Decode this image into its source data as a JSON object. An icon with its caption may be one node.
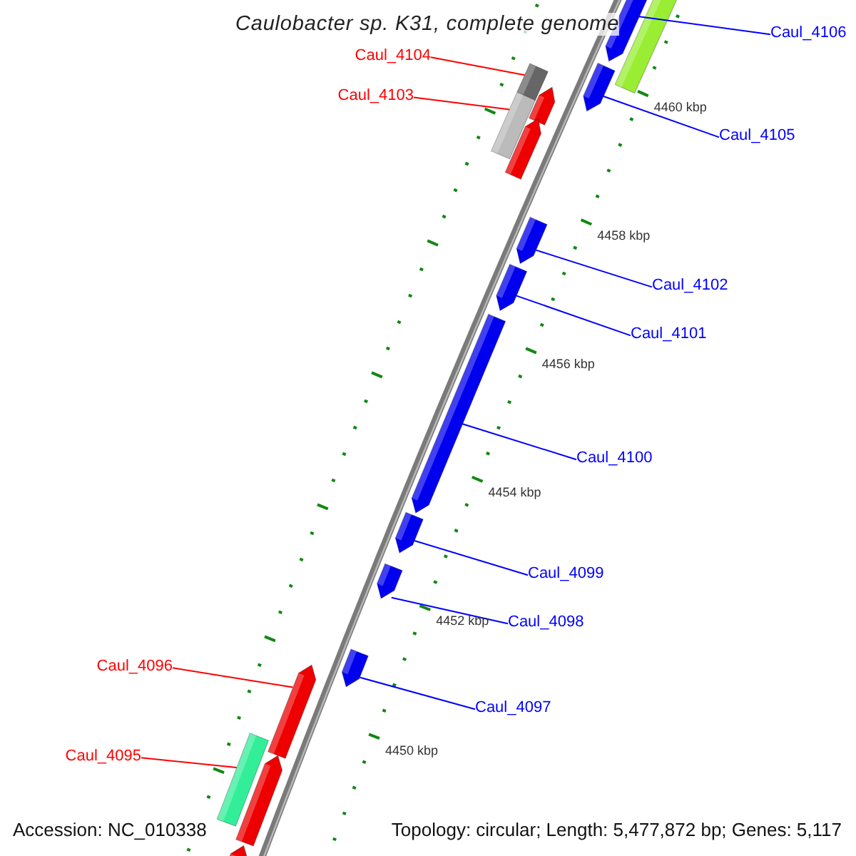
{
  "diagram": {
    "title": "Caulobacter sp. K31, complete genome",
    "nodes": [
      {
        "text": [
          "Caul_4106"
        ]
      },
      {
        "text": [
          "Caul_4104"
        ]
      },
      {
        "text": [
          "Caul_4103"
        ]
      },
      {
        "text": [
          "Caul_4105"
        ]
      },
      {
        "text": [
          "Caul_4102"
        ]
      },
      {
        "text": [
          "Caul_4101"
        ]
      },
      {
        "text": [
          "Caul_4100"
        ]
      },
      {
        "text": [
          "Caul_4099"
        ]
      },
      {
        "text": [
          "Caul_4098"
        ]
      },
      {
        "text": [
          "Caul_4097"
        ]
      },
      {
        "text": [
          "Caul_4096"
        ]
      },
      {
        "text": [
          "Caul_4095"
        ]
      },
      {
        "text": [],
        "shape": "arrow"
      },
      {
        "text": [],
        "shape": "bar"
      },
      {
        "text": [],
        "shape": "bar"
      },
      {
        "text": [],
        "shape": "arrow"
      },
      {
        "text": [],
        "shape": "arrow"
      },
      {
        "text": [],
        "shape": "arrow"
      },
      {
        "text": [],
        "shape": "arrow"
      },
      {
        "text": [],
        "shape": "arrow"
      },
      {
        "text": [],
        "shape": "arrow"
      },
      {
        "text": [],
        "shape": "arrow"
      },
      {
        "text": [],
        "shape": "arrow"
      },
      {
        "text": [],
        "shape": "bar"
      }
    ],
    "edges": [
      {
        "from": 0,
        "to": 12,
        "arrow": "none"
      },
      {
        "from": 1,
        "to": 13,
        "arrow": "none",
        "color": "#ff0000"
      },
      {
        "from": 2,
        "to": 14,
        "arrow": "none",
        "color": "#ff0000"
      },
      {
        "from": 3,
        "to": 15,
        "arrow": "none"
      },
      {
        "from": 4,
        "to": 16,
        "arrow": "none"
      },
      {
        "from": 5,
        "to": 17,
        "arrow": "none"
      },
      {
        "from": 6,
        "to": 18,
        "arrow": "none"
      },
      {
        "from": 7,
        "to": 19,
        "arrow": "none"
      },
      {
        "from": 8,
        "to": 20,
        "arrow": "none"
      },
      {
        "from": 9,
        "to": 21,
        "arrow": "none"
      },
      {
        "from": 10,
        "to": 22,
        "arrow": "none",
        "color": "#ff0000"
      },
      {
        "from": 11,
        "to": 23,
        "arrow": "none",
        "color": "#ff0000"
      }
    ],
    "labels": [
      "4460 kbp",
      "4458 kbp",
      "4456 kbp",
      "4454 kbp",
      "4452 kbp",
      "4450 kbp",
      "Accession: NC_010338",
      "Topology: circular; Length: 5,477,872 bp; Genes: 5,117"
    ]
  }
}
